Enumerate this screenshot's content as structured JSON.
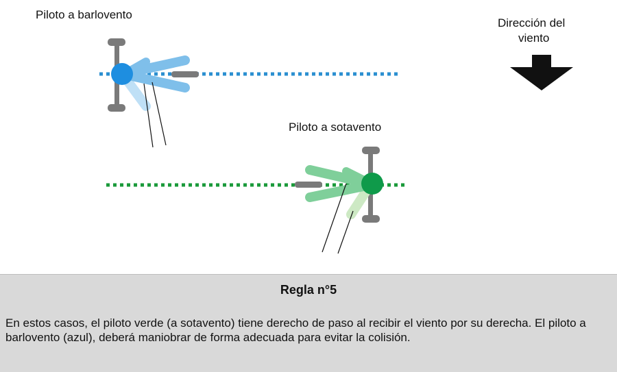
{
  "labels": {
    "windward": "Piloto a barlovento",
    "leeward": "Piloto a sotavento",
    "wind_line1": "Dirección del",
    "wind_line2": "viento"
  },
  "panel": {
    "title": "Regla n°5",
    "text": "En estos casos, el piloto verde (a sotavento) tiene derecho de paso al recibir el viento por su derecha. El piloto a barlovento (azul), deberá maniobrar de forma adecuada para evitar la colisión."
  },
  "colors": {
    "blue_line": "#2a8fd0",
    "blue_body": "#1e8ee0",
    "blue_wing_light": "#bfe0f6",
    "blue_wing": "#7fbfea",
    "green_line": "#1a9a3a",
    "green_body": "#0f9a4a",
    "green_wing_light": "#cde9c4",
    "green_wing": "#7fcf9a",
    "gray": "#7a7a7a",
    "arrow": "#111111",
    "panel_bg": "#d9d9d9"
  }
}
